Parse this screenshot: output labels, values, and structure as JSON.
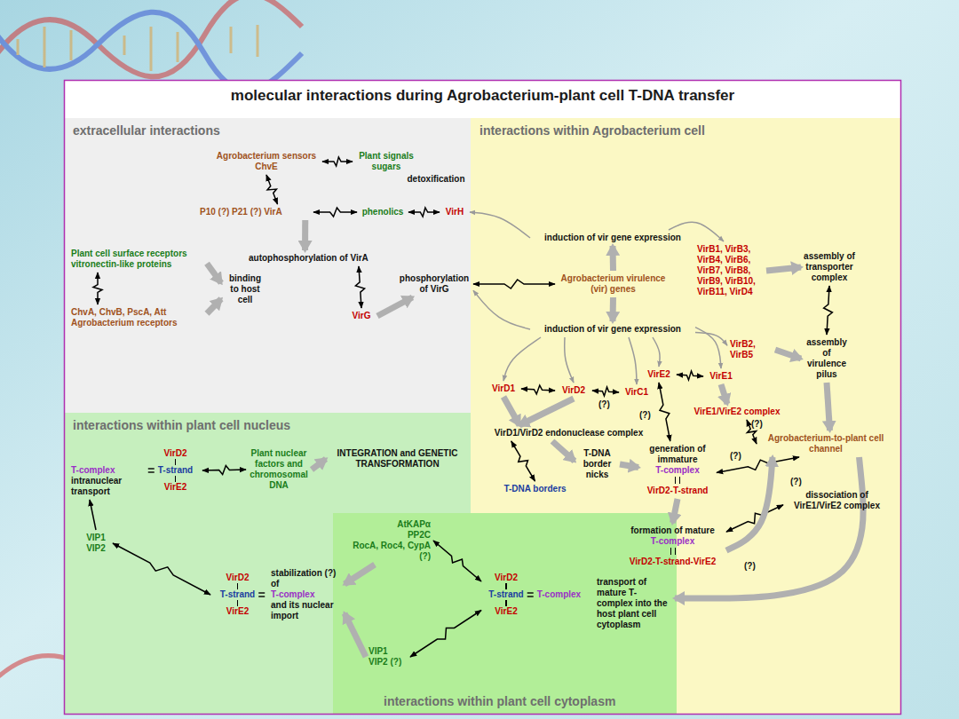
{
  "diagram": {
    "title": "molecular interactions during Agrobacterium-plant cell T-DNA transfer",
    "nodes": [
      {
        "text": [
          "extracellular interactions"
        ]
      },
      {
        "text": [
          "Agrobacterium sensors ChvE"
        ],
        "in": 0
      },
      {
        "text": [
          "Plant signals sugars"
        ],
        "in": 0
      },
      {
        "text": [
          "detoxification"
        ],
        "in": 0
      },
      {
        "text": [
          "P10 (?) P21 (?) VirA"
        ],
        "in": 0
      },
      {
        "text": [
          "phenolics"
        ],
        "in": 0
      },
      {
        "text": [
          "VirH"
        ],
        "in": 0
      },
      {
        "text": [
          "autophosphorylation of VirA"
        ],
        "in": 0
      },
      {
        "text": [
          "Plant cell surface receptors vitronectin-like proteins"
        ],
        "in": 0
      },
      {
        "text": [
          "binding to host cell"
        ],
        "in": 0
      },
      {
        "text": [
          "phosphorylation of VirG"
        ],
        "in": 0
      },
      {
        "text": [
          "ChvA, ChvB, PscA, Att Agrobacterium receptors"
        ],
        "in": 0
      },
      {
        "text": [
          "VirG"
        ],
        "in": 0
      },
      {
        "text": [
          "interactions within Agrobacterium cell"
        ]
      },
      {
        "text": [
          "induction of vir gene expression"
        ],
        "in": 13
      },
      {
        "text": [
          "VirB1, VirB3, VirB4, VirB6, VirB7, VirB8, VirB9, VirB10, VirB11, VirD4"
        ],
        "in": 13
      },
      {
        "text": [
          "assembly of transporter complex"
        ],
        "in": 13
      },
      {
        "text": [
          "Agrobacterium virulence (vir) genes"
        ],
        "in": 13
      },
      {
        "text": [
          "induction of vir gene expression"
        ],
        "in": 13
      },
      {
        "text": [
          "VirB2, VirB5"
        ],
        "in": 13
      },
      {
        "text": [
          "assembly of virulence pilus"
        ],
        "in": 13
      },
      {
        "text": [
          "VirE2"
        ],
        "in": 13
      },
      {
        "text": [
          "VirE1"
        ],
        "in": 13
      },
      {
        "text": [
          "VirD1"
        ],
        "in": 13
      },
      {
        "text": [
          "VirD2"
        ],
        "in": 13
      },
      {
        "text": [
          "VirC1"
        ],
        "in": 13
      },
      {
        "text": [
          "VirE1/VirE2 complex"
        ],
        "in": 13
      },
      {
        "text": [
          "VirD1/VirD2 endonuclease complex"
        ],
        "in": 13
      },
      {
        "text": [
          "Agrobacterium-to-plant cell channel"
        ],
        "in": 13
      },
      {
        "text": [
          "T-DNA border nicks"
        ],
        "in": 13
      },
      {
        "text": [
          "generation of immature",
          "T-complex",
          "VirD2-T-strand"
        ],
        "in": 13
      },
      {
        "text": [
          "T-DNA borders"
        ],
        "in": 13
      },
      {
        "text": [
          "dissociation of VirE1/VirE2 complex"
        ],
        "in": 13
      },
      {
        "text": [
          "formation of mature",
          "T-complex",
          "VirD2-T-strand-VirE2"
        ],
        "in": 13
      },
      {
        "text": [
          "interactions within plant cell nucleus"
        ]
      },
      {
        "text": [
          "T-complex",
          "intranuclear transport"
        ],
        "in": 34
      },
      {
        "text": [
          "VirD2",
          "T-strand",
          "VirE2"
        ],
        "in": 34
      },
      {
        "text": [
          "Plant nuclear factors and chromosomal DNA"
        ],
        "in": 34
      },
      {
        "text": [
          "INTEGRATION and GENETIC TRANSFORMATION"
        ],
        "in": 34
      },
      {
        "text": [
          "VIP1 VIP2"
        ],
        "in": 34
      },
      {
        "text": [
          "VirD2",
          "T-strand",
          "VirE2"
        ],
        "in": 34
      },
      {
        "text": [
          "stabilization (?) of",
          "T-complex",
          "and its nuclear import"
        ],
        "in": 34
      },
      {
        "text": [
          "interactions within plant cell cytoplasm"
        ]
      },
      {
        "text": [
          "AtKAPα",
          "PP2C",
          "RocA, Roc4, CypA (?)"
        ],
        "in": 42
      },
      {
        "text": [
          "VirD2",
          "T-strand",
          "VirE2"
        ],
        "in": 42
      },
      {
        "text": [
          "transport of mature T-complex into the host plant cell cytoplasm"
        ],
        "in": 42
      },
      {
        "text": [
          "VIP1 VIP2 (?)"
        ],
        "in": 42
      }
    ],
    "edges": [
      {
        "from": 1,
        "to": 2,
        "arrow": "both"
      },
      {
        "from": 1,
        "to": 4,
        "arrow": "both"
      },
      {
        "from": 4,
        "to": 5,
        "arrow": "both"
      },
      {
        "from": 5,
        "to": 6,
        "arrow": "both"
      },
      {
        "from": 4,
        "to": 7,
        "arrow": "to"
      },
      {
        "from": 7,
        "to": 12,
        "arrow": "both"
      },
      {
        "from": 12,
        "to": 10,
        "arrow": "to"
      },
      {
        "from": 8,
        "to": 11,
        "arrow": "both"
      },
      {
        "from": 8,
        "to": 9,
        "arrow": "to"
      },
      {
        "from": 11,
        "to": 9,
        "arrow": "to"
      },
      {
        "from": 10,
        "to": 17,
        "arrow": "both"
      },
      {
        "from": 17,
        "to": 14,
        "arrow": "to"
      },
      {
        "from": 17,
        "to": 18,
        "arrow": "to"
      },
      {
        "from": 14,
        "to": 6,
        "arrow": "to"
      },
      {
        "from": 14,
        "to": 15,
        "arrow": "to"
      },
      {
        "from": 18,
        "to": 10,
        "arrow": "to"
      },
      {
        "from": 18,
        "to": 23,
        "arrow": "to"
      },
      {
        "from": 18,
        "to": 24,
        "arrow": "to"
      },
      {
        "from": 18,
        "to": 25,
        "arrow": "to"
      },
      {
        "from": 18,
        "to": 21,
        "arrow": "to"
      },
      {
        "from": 18,
        "to": 22,
        "arrow": "to"
      },
      {
        "from": 18,
        "to": 19,
        "arrow": "to"
      },
      {
        "from": 15,
        "to": 16,
        "arrow": "to"
      },
      {
        "from": 16,
        "to": 20,
        "arrow": "both"
      },
      {
        "from": 19,
        "to": 20,
        "arrow": "to"
      },
      {
        "from": 23,
        "to": 24,
        "arrow": "both"
      },
      {
        "from": 24,
        "to": 25,
        "arrow": "both"
      },
      {
        "from": 21,
        "to": 22,
        "arrow": "both"
      },
      {
        "from": 23,
        "to": 27,
        "arrow": "to"
      },
      {
        "from": 24,
        "to": 27,
        "arrow": "to"
      },
      {
        "from": 21,
        "to": 30,
        "arrow": "both"
      },
      {
        "from": 22,
        "to": 26,
        "arrow": "to"
      },
      {
        "from": 26,
        "to": 28,
        "arrow": "both"
      },
      {
        "from": 20,
        "to": 28,
        "arrow": "to"
      },
      {
        "from": 27,
        "to": 31,
        "arrow": "both"
      },
      {
        "from": 27,
        "to": 29,
        "arrow": "to"
      },
      {
        "from": 29,
        "to": 30,
        "arrow": "to"
      },
      {
        "from": 30,
        "to": 28,
        "arrow": "both"
      },
      {
        "from": 30,
        "to": 33,
        "arrow": "to"
      },
      {
        "from": 32,
        "to": 33,
        "arrow": "both"
      },
      {
        "from": 33,
        "to": 28,
        "arrow": "to"
      },
      {
        "from": 28,
        "to": 45,
        "arrow": "to"
      },
      {
        "from": 43,
        "to": 44,
        "arrow": "both"
      },
      {
        "from": 46,
        "to": 44,
        "arrow": "both"
      },
      {
        "from": 43,
        "to": 41,
        "arrow": "to"
      },
      {
        "from": 46,
        "to": 41,
        "arrow": "to"
      },
      {
        "from": 40,
        "to": 39,
        "arrow": "both"
      },
      {
        "from": 39,
        "to": 35,
        "arrow": "to"
      },
      {
        "from": 36,
        "to": 37,
        "arrow": "both"
      },
      {
        "from": 37,
        "to": 38,
        "arrow": "to"
      }
    ],
    "labels": [
      "(?)",
      "(?)",
      "(?)",
      "(?)",
      "(?)",
      "(?)",
      "T-complex"
    ]
  }
}
